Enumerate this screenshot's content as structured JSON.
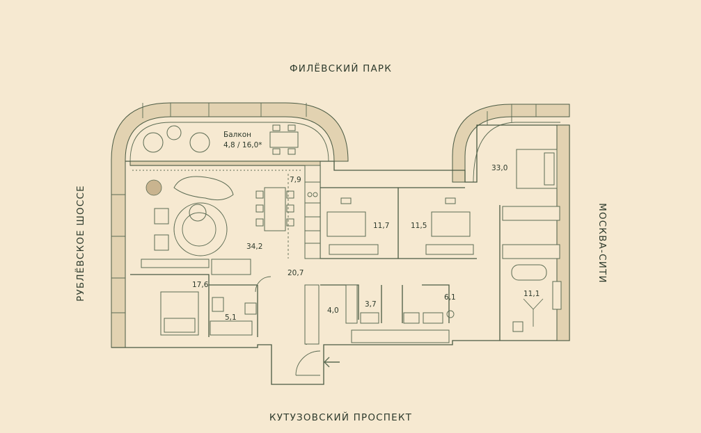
{
  "directions": {
    "north": "ФИЛЁВСКИЙ ПАРК",
    "south": "КУТУЗОВСКИЙ ПРОСПЕКТ",
    "west": "РУБЛЁВСКОЕ ШОССЕ",
    "east": "МОСКВА-СИТИ"
  },
  "balcony": {
    "name": "Балкон",
    "area": "4,8 / 16,0*"
  },
  "rooms": [
    {
      "id": "living",
      "area": "34,2"
    },
    {
      "id": "kitchen",
      "area": "7,9"
    },
    {
      "id": "hall",
      "area": "20,7"
    },
    {
      "id": "bedroom-left",
      "area": "17,6"
    },
    {
      "id": "bath-left",
      "area": "5,1"
    },
    {
      "id": "bedroom-mid-left",
      "area": "11,7"
    },
    {
      "id": "bedroom-mid-right",
      "area": "11,5"
    },
    {
      "id": "master-bedroom",
      "area": "33,0"
    },
    {
      "id": "master-bath",
      "area": "11,1"
    },
    {
      "id": "wardrobe",
      "area": "4,0"
    },
    {
      "id": "wc-1",
      "area": "3,7"
    },
    {
      "id": "bath-mid",
      "area": "6,1"
    }
  ],
  "colors": {
    "background": "#f6e9d1",
    "wall": "#4a5a43",
    "wall_fill": "#e2d2b1",
    "text": "#2d3a2c"
  },
  "icons": [
    "entrance-arrow-icon"
  ]
}
